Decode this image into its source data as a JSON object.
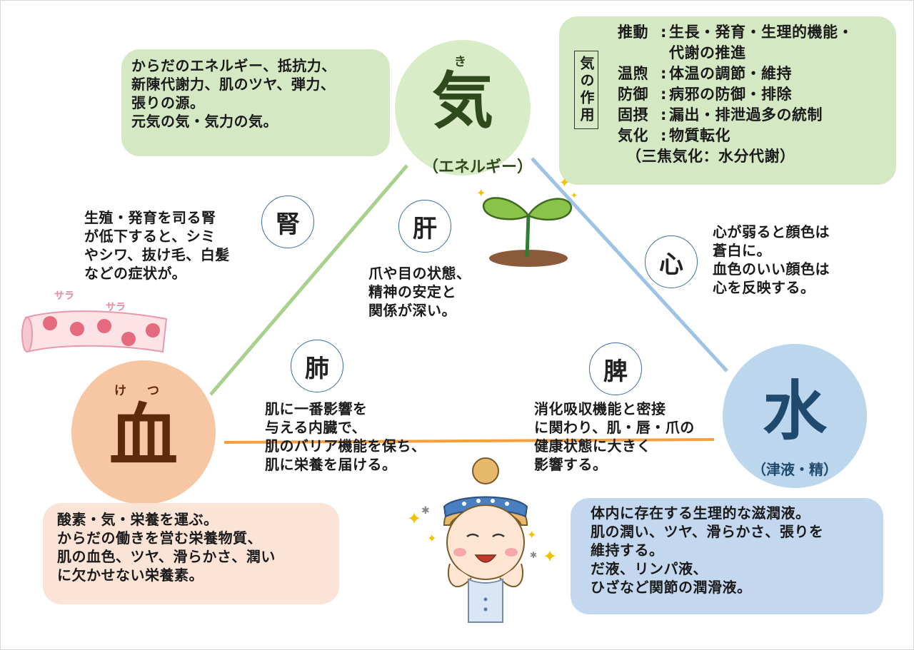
{
  "qi": {
    "kanji": "気",
    "ruby": "き",
    "sub": "（エネルギー）",
    "desc": "からだのエネルギー、抵抗力、\n新陳代謝力、肌のツヤ、弾力、\n張りの源。\n元気の気・気力の気。",
    "functions_title": "気の作用",
    "functions": [
      {
        "label": "推動",
        "text": "生長・発育・生理的機能・\n代謝の推進"
      },
      {
        "label": "温煦",
        "text": "体温の調節・維持"
      },
      {
        "label": "防御",
        "text": "病邪の防御・排除"
      },
      {
        "label": "固摂",
        "text": "漏出・排泄過多の統制"
      },
      {
        "label": "気化",
        "text": "物質転化"
      }
    ],
    "functions_note": "（三焦気化：水分代謝）"
  },
  "blood": {
    "kanji": "血",
    "ruby": "け　つ",
    "desc": "酸素・気・栄養を運ぶ。\nからだの働きを営む栄養物質、\n肌の血色、ツヤ、滑らかさ、潤い\nに欠かせない栄養素。",
    "sara1": "サラ",
    "sara2": "サラ"
  },
  "water": {
    "kanji": "水",
    "sub": "（津液・精）",
    "desc": "体内に存在する生理的な滋潤液。\n肌の潤い、ツヤ、滑らかさ、張りを\n維持する。\nだ液、リンパ液、\nひざなど関節の潤滑液。"
  },
  "organs": {
    "kidney": {
      "kanji": "腎",
      "desc": "生殖・発育を司る腎\nが低下すると、シミ\nやシワ、抜け毛、白髪\nなどの症状が。"
    },
    "liver": {
      "kanji": "肝",
      "desc": "爪や目の状態、\n精神の安定と\n関係が深い。"
    },
    "heart": {
      "kanji": "心",
      "desc": "心が弱ると顔色は\n蒼白に。\n血色のいい顔色は\n心を反映する。"
    },
    "lung": {
      "kanji": "肺",
      "desc": "肌に一番影響を\n与える内臓で、\n肌のバリア機能を保ち、\n肌に栄養を届ける。"
    },
    "spleen": {
      "kanji": "脾",
      "desc": "消化吸収機能と密接\nに関わり、肌・唇・爪の\n健康状態に大きく\n影響する。"
    }
  },
  "colors": {
    "qi_circle": "#d9ecc8",
    "qi_text": "#2f4a1c",
    "blood_circle": "#f7c7a3",
    "blood_text": "#5e2a0c",
    "water_circle": "#bcd6ee",
    "water_text": "#1f4a6e",
    "line_green": "#a9d18e",
    "line_blue": "#9dc3e6",
    "line_orange": "#f4a040"
  },
  "icons": [
    "sprout-icon",
    "blood-vessel-icon",
    "smiling-woman-icon",
    "sparkle-icon"
  ]
}
